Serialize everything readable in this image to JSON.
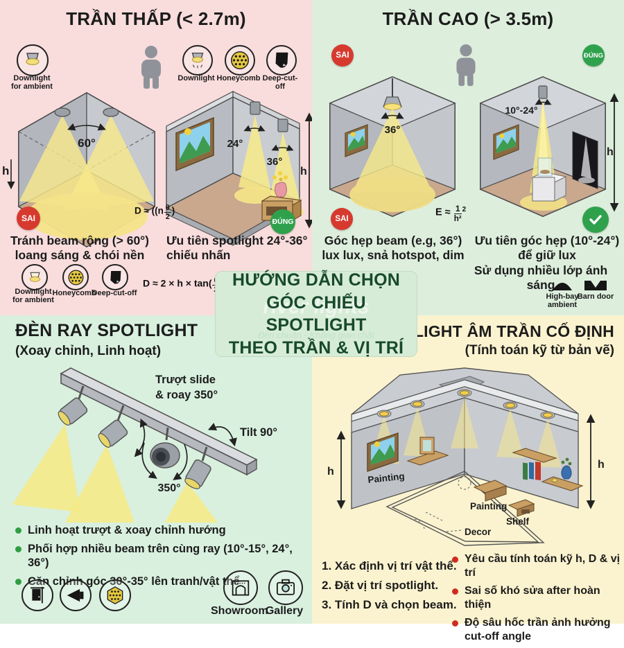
{
  "colors": {
    "quad_low_bg": "#f9dcdc",
    "quad_high_bg": "#ddeedd",
    "quad_track_bg": "#d9f0df",
    "quad_recessed_bg": "#fbf3cf",
    "center_bg": "#d7ecd7",
    "center_text": "#17492b",
    "wrong_red": "#d63a2f",
    "right_green": "#2fa14c",
    "beam_yellow": "#f6e988"
  },
  "center": {
    "line1": "HƯỚNG DẪN CHỌN",
    "line2": "GÓC CHIẾU SPOTLIGHT",
    "line3": "THEO TRẦN & VỊ TRÍ",
    "watermark1": "river lights",
    "watermark2": "Đèn chuẩn - Không gian chất"
  },
  "low_ceiling": {
    "title_main": "TRẦN THẤP",
    "title_sub": "(< 2.7m)",
    "icon_ambient_label": "Downlight\nfor ambient",
    "icons_top": [
      "Downlight",
      "Honeycomb",
      "Deep-cut-off"
    ],
    "badge_wrong": "SAI",
    "badge_right": "ĐÚNG",
    "angle_wide": "60°",
    "angle_24": "24°",
    "angle_36": "36°",
    "h_label": "h",
    "formula_small": {
      "prefix": "D ≈ ((n",
      "num": "θ",
      "den": "2",
      "suffix": ")"
    },
    "caption_wrong": "Tránh beam rộng (> 60°)\nloang sáng & chói nền",
    "caption_right": "Ưu tiên spotlight 24°-36°\nchiếu nhấn",
    "icons_bottom": [
      "Downlight\nfor ambient",
      "Honeycomb",
      "Deep-cut-off"
    ],
    "formula_main": {
      "prefix": "D ≈ 2 × h × tan(",
      "num": "θ",
      "den": "2",
      "suffix": ")"
    }
  },
  "high_ceiling": {
    "title_main": "TRẦN CAO",
    "title_sub": "(> 3.5m)",
    "badge_wrong_top": "SAI",
    "badge_right_top": "ĐÚNG",
    "badge_wrong_bottom": "SAI",
    "angle_36": "36°",
    "angle_narrow": "10°-24°",
    "h_label": "h",
    "formula_e": {
      "prefix": "E ≈",
      "num": "1",
      "den": "h²",
      "sup": "2"
    },
    "caption_wrong": "Góc hẹp beam (e.g, 36°)\nlux lux, snả hotspot, dim",
    "caption_right": "Ưu tiên góc hẹp (10°-24°)\nđể giữ lux",
    "caption_layers": "Sử dụng nhiều lớp ánh sáng",
    "icon_highbay_label": "High-bay\nambient",
    "icon_barndoor_label": "Barn door"
  },
  "track": {
    "title": "ĐÈN RAY SPOTLIGHT",
    "subtitle": "(Xoay chỉnh, Linh hoạt)",
    "label_slide_1": "Trượt  slide",
    "label_slide_2": "& roay 350°",
    "label_tilt": "Tilt 90°",
    "label_rotate": "350°",
    "bullets": [
      "Linh hoạt trượt & xoay chỉnh hướng",
      "Phối hợp nhiều beam trên cùng ray (10°-15°, 24°, 36°)",
      "Căn chỉnh góc 30°-35° lên tranh/vật thể"
    ],
    "icon_showroom_label": "Showroom",
    "icon_gallery_label": "Gallery"
  },
  "recessed": {
    "title": "SPOTLIGHT ÂM TRẦN CỐ ĐỊNH",
    "subtitle": "(Tính toán kỹ từ bản vẽ)",
    "wall_painting_label": "Painting",
    "h_label_left": "h",
    "h_label_right": "h",
    "plan_painting_label": "Painting",
    "plan_shelf_label": "Shelf",
    "plan_decor_label": "Decor",
    "steps": [
      "1. Xác định vị trí vật thể.",
      "2. Đặt vị trí spotlight.",
      "3. Tính D và chọn beam."
    ],
    "warnings": [
      "Yêu cầu tính toán kỹ h, D & vị trí",
      "Sai số khó sửa after hoàn thiện",
      "Độ sâu hốc trần ảnh hưởng cut-off angle"
    ]
  }
}
